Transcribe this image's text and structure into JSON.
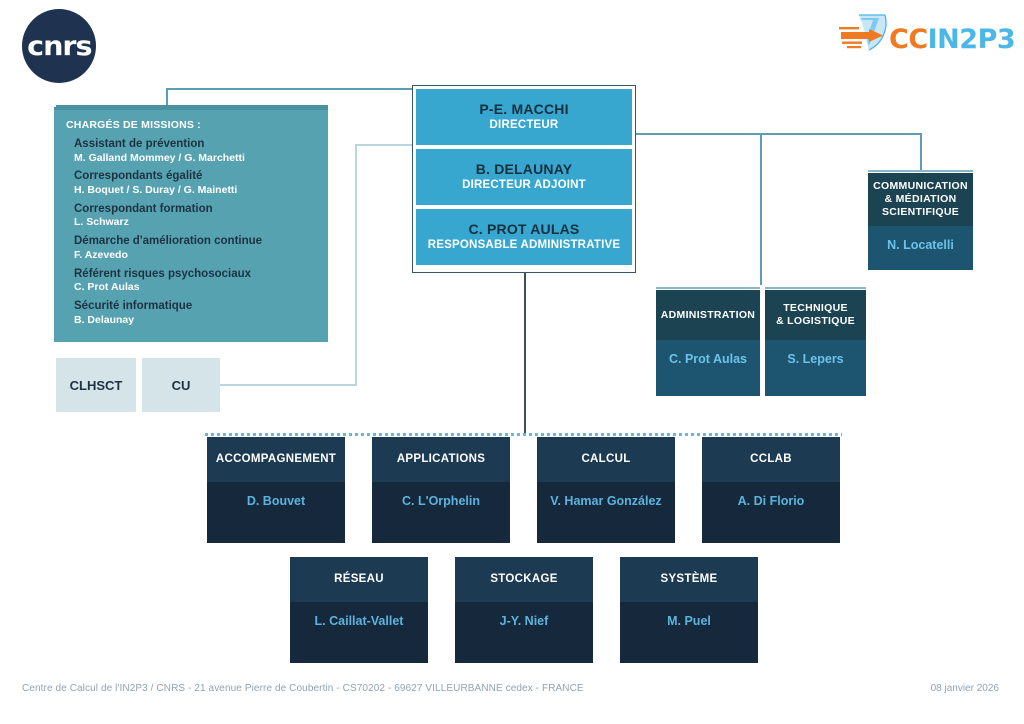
{
  "logos": {
    "cnrs": "cnrs",
    "ccin2p3_part1": "CC",
    "ccin2p3_part2": "IN2P3"
  },
  "missions_panel": {
    "title": "CHARGÉS DE MISSIONS :",
    "items": [
      {
        "role": "Assistant de prévention",
        "people": "M. Galland Mommey / G. Marchetti"
      },
      {
        "role": "Correspondants égalité",
        "people": "H. Boquet / S. Duray / G. Mainetti"
      },
      {
        "role": "Correspondant formation",
        "people": "L. Schwarz"
      },
      {
        "role": "Démarche d'amélioration continue",
        "people": "F. Azevedo"
      },
      {
        "role": "Référent risques psychosociaux",
        "people": "C. Prot Aulas"
      },
      {
        "role": "Sécurité informatique",
        "people": "B. Delaunay"
      }
    ]
  },
  "committees": [
    {
      "label": "CLHSCT"
    },
    {
      "label": "CU"
    }
  ],
  "direction": [
    {
      "name": "P-E. MACCHI",
      "role": "DIRECTEUR"
    },
    {
      "name": "B. DELAUNAY",
      "role": "DIRECTEUR ADJOINT"
    },
    {
      "name": "C. PROT AULAS",
      "role": "RESPONSABLE  ADMINISTRATIVE"
    }
  ],
  "communication": {
    "title_line1": "COMMUNICATION",
    "title_line2": "& MÉDIATION",
    "title_line3": "SCIENTIFIQUE",
    "person": "N. Locatelli"
  },
  "support_units": [
    {
      "title_line1": "ADMINISTRATION",
      "title_line2": "",
      "person": "C. Prot Aulas"
    },
    {
      "title_line1": "TECHNIQUE",
      "title_line2": "& LOGISTIQUE",
      "person": "S. Lepers"
    }
  ],
  "service_units_row1": [
    {
      "title": "ACCOMPAGNEMENT",
      "person": "D. Bouvet"
    },
    {
      "title": "APPLICATIONS",
      "person": "C. L'Orphelin"
    },
    {
      "title": "CALCUL",
      "person": "V. Hamar González"
    },
    {
      "title": "CCLAB",
      "person": "A. Di Florio"
    }
  ],
  "service_units_row2": [
    {
      "title": "RÉSEAU",
      "person": "L. Caillat-Vallet"
    },
    {
      "title": "STOCKAGE",
      "person": "J-Y. Nief"
    },
    {
      "title": "SYSTÈME",
      "person": "M. Puel"
    }
  ],
  "footer": {
    "address": "Centre de Calcul de l'IN2P3 / CNRS - 21 avenue Pierre de Coubertin - CS70202 - 69627 VILLEURBANNE cedex - FRANCE",
    "date": "08 janvier 2026"
  },
  "colors": {
    "teal_panel": "#57a2b0",
    "director_blue": "#37a7cf",
    "navy_dark": "#15283c",
    "navy_head": "#1d3a53",
    "teal_unit_body": "#1d5571",
    "accent_light_blue": "#5cb4dd",
    "cnrs_navy": "#1f3350",
    "logo_orange": "#f07a21"
  }
}
